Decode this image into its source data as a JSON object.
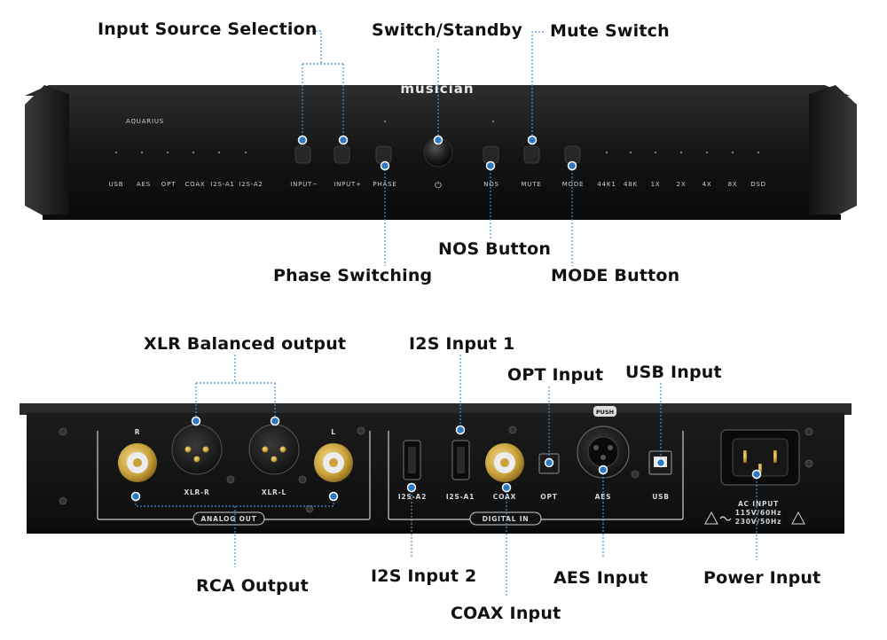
{
  "callouts": {
    "input_source": "Input Source Selection",
    "switch_standby": "Switch/Standby",
    "mute_switch": "Mute Switch",
    "nos_button": "NOS Button",
    "phase_switching": "Phase Switching",
    "mode_button": "MODE Button",
    "xlr_balanced": "XLR Balanced output",
    "i2s_input_1": "I2S Input 1",
    "opt_input": "OPT Input",
    "usb_input": "USB Input",
    "rca_output": "RCA Output",
    "i2s_input_2": "I2S Input 2",
    "aes_input": "AES Input",
    "power_input": "Power Input",
    "coax_input": "COAX Input"
  },
  "front_panel": {
    "brand": "musician",
    "model": "AQUARIUS",
    "input_indicators": [
      "USB",
      "AES",
      "OPT",
      "COAX",
      "I2S-A1",
      "I2S-A2"
    ],
    "input_minus": "INPUT−",
    "input_plus": "INPUT+",
    "phase": "PHASE",
    "power_symbol": "⏻",
    "nos": "NOS",
    "mute": "MUTE",
    "mode": "MODE",
    "rate_indicators": [
      "44K1",
      "48K",
      "1X",
      "2X",
      "4X",
      "8X",
      "DSD"
    ]
  },
  "rear_panel": {
    "rca_r": "R",
    "rca_l": "L",
    "xlr_r": "XLR-R",
    "xlr_l": "XLR-L",
    "analog_out": "ANALOG OUT",
    "i2s_a2": "I2S-A2",
    "i2s_a1": "I2S-A1",
    "coax": "COAX",
    "opt": "OPT",
    "aes": "AES",
    "usb": "USB",
    "digital_in": "DIGITAL IN",
    "push": "PUSH",
    "ac_input": "AC INPUT",
    "ac_115": "115V/60Hz",
    "ac_230": "230V/50Hz"
  },
  "colors": {
    "callout_line": "#4a90d9",
    "dot": "#2f78c4",
    "chassis": "#151515"
  }
}
